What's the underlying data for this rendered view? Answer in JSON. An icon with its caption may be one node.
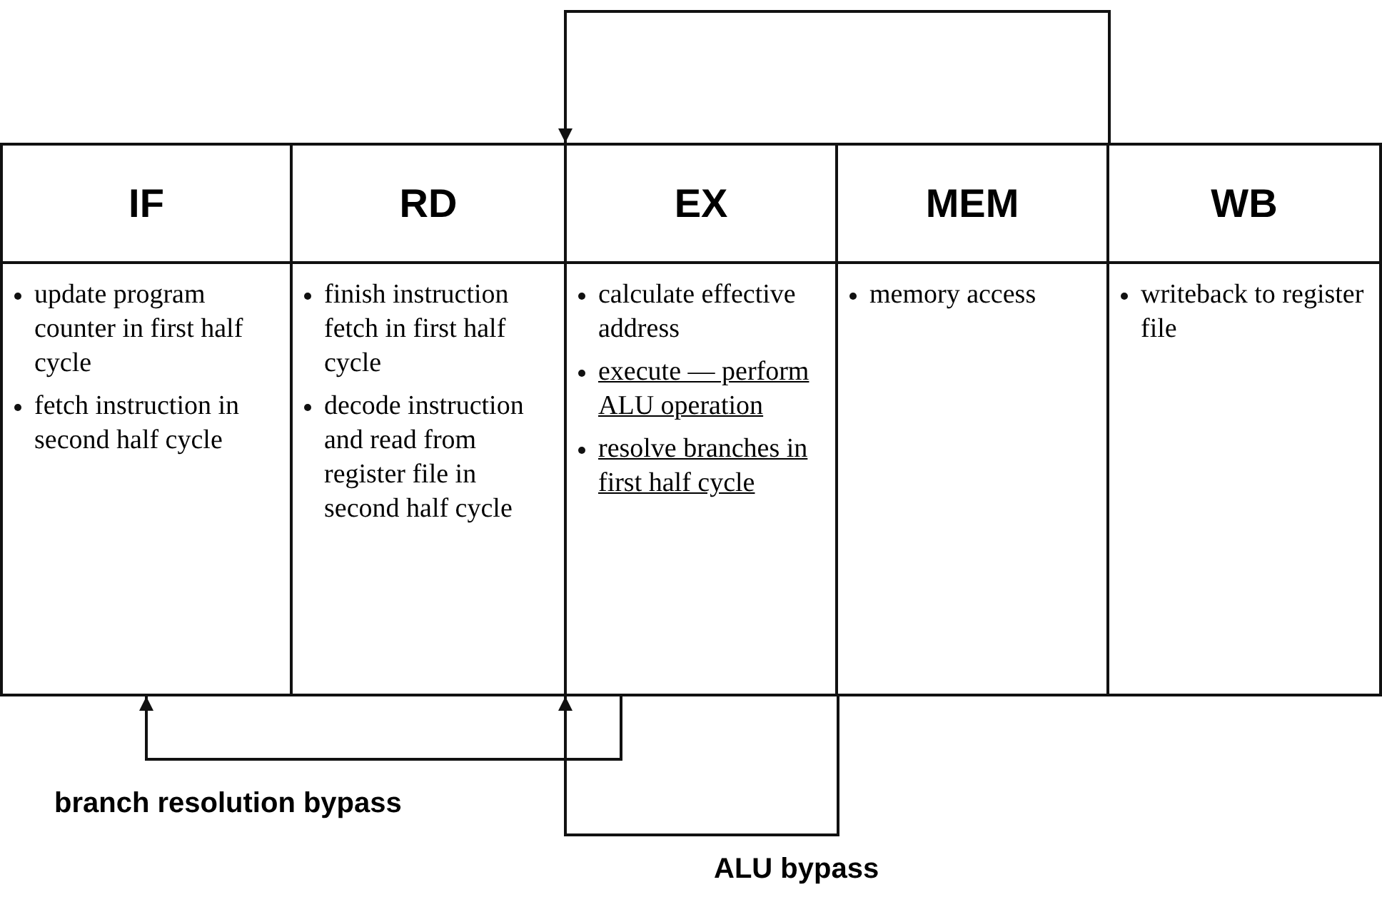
{
  "diagram": {
    "nodes": [
      {
        "text": [
          "IF",
          "update program counter in first half cycle",
          "fetch instruction in second half cycle"
        ]
      },
      {
        "text": [
          "RD",
          "finish instruction fetch in first half cycle",
          "decode instruction and read from register file in second half cycle"
        ]
      },
      {
        "text": [
          "EX",
          "calculate effective address",
          "execute — perform ALU operation",
          "resolve branches in first half cycle"
        ]
      },
      {
        "text": [
          "MEM",
          "memory access"
        ]
      },
      {
        "text": [
          "WB",
          "writeback to register file"
        ]
      }
    ],
    "edges": [
      {
        "from": 3,
        "to": 2,
        "arrow": "to"
      },
      {
        "from": 2,
        "to": 0,
        "arrow": "to",
        "label": "branch resolution bypass"
      },
      {
        "from": 2,
        "to": 2,
        "arrow": "to",
        "label": "ALU bypass"
      }
    ]
  }
}
